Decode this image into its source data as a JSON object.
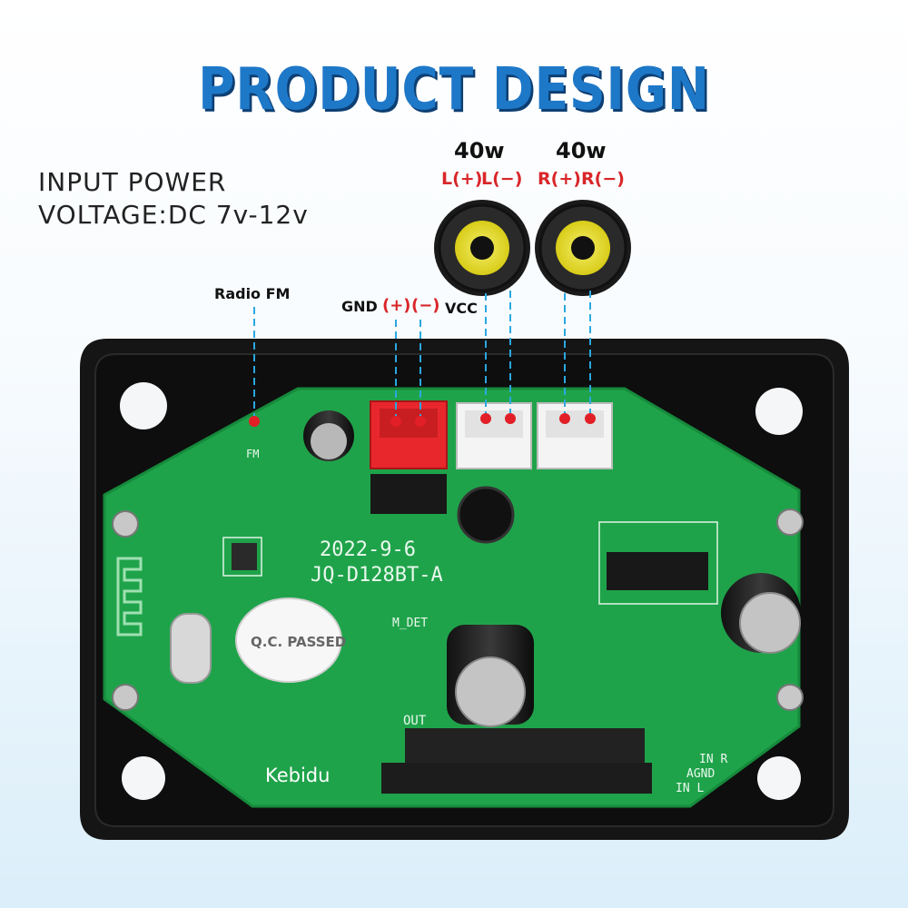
{
  "title": "PRODUCT DESIGN",
  "input_power": {
    "line1": "INPUT POWER",
    "line2": "VOLTAGE:DC 7v-12v"
  },
  "speakers": {
    "left": {
      "power": "40w",
      "plus": "L(+)",
      "minus": "L(−)"
    },
    "right": {
      "power": "40w",
      "plus": "R(+)",
      "minus": "R(−)"
    }
  },
  "labels": {
    "radio": "Radio FM",
    "gnd": "GND",
    "plus": "(+)",
    "minus": "(−)",
    "vcc": "VCC"
  },
  "board": {
    "date": "2022-9-6",
    "model": "JQ-D128BT-A",
    "qc_stamp": "Q.C. PASSED",
    "out_label": "OUT",
    "m_det": "M_DET",
    "fm": "FM",
    "in_r": "IN R",
    "agnd": "AGND",
    "in_l": "IN L"
  },
  "brand": "Kebidu",
  "colors": {
    "title_blue": "#1e78c8",
    "accent_red": "#d9262a",
    "pcb_green": "#1fa34a",
    "case_black": "#151515",
    "guide_blue": "#2aa8e0"
  }
}
